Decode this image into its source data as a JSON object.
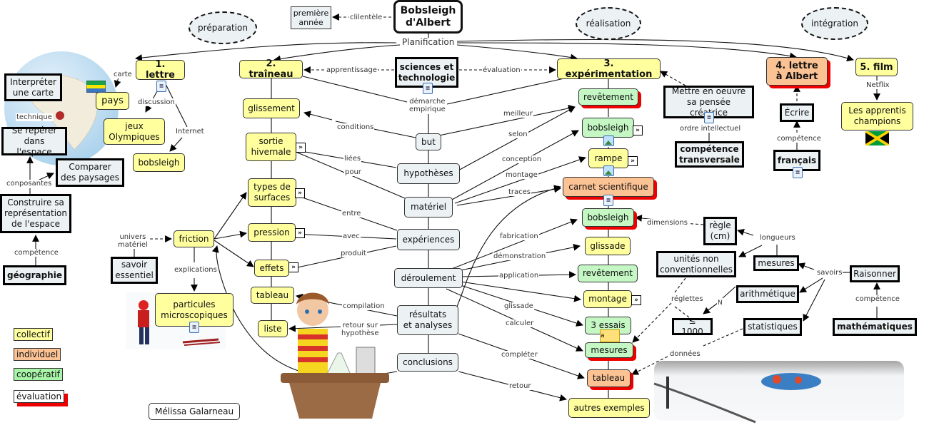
{
  "title": "Bobsleigh\nd'Albert",
  "hub_label": "Planification",
  "phases": {
    "preparation": "préparation",
    "realisation": "réalisation",
    "integration": "intégration"
  },
  "client": {
    "node": "première\nannée",
    "link": "clilentèle"
  },
  "sciences": {
    "node": "sciences et\ntechnologie",
    "learn_link": "apprentissage",
    "eval_link": "évaluation",
    "demarche_link": "démarche\nempirique"
  },
  "lettre1": {
    "node": "1. lettre",
    "pays": "pays",
    "carte_link": "carte",
    "jeux": "jeux\nOlympiques",
    "discussion_link": "discussion",
    "bobsleigh": "bobsleigh",
    "internet_link": "Internet"
  },
  "geography": {
    "interpreter": "Interpréter\nune carte",
    "reperer": "Se repérer\ndans l'espace",
    "comparer": "Comparer\ndes paysages",
    "construire": "Construire sa\nreprésentation\nde l'espace",
    "geographie": "géographie",
    "technique_link": "technique",
    "composantes_link": "conposantes",
    "competence_link": "compétence"
  },
  "traineau": {
    "node": "2. traîneau",
    "items": [
      "glissement",
      "sortie\nhivernale",
      "types de\nsurfaces",
      "pression",
      "effets",
      "tableau",
      "liste"
    ],
    "friction": "friction",
    "univers_link": "univers\nmatériel",
    "savoir": "savoir\nessentiel",
    "explications_link": "explications",
    "particules": "particules\nmicroscopiques"
  },
  "demarche": {
    "steps": [
      "but",
      "hypothèses",
      "matériel",
      "expériences",
      "déroulement",
      "résultats\net analyses",
      "conclusions"
    ],
    "links": {
      "conditions": "conditions",
      "liees": "liées",
      "pour": "pour",
      "entre": "entre",
      "avec": "avec",
      "produit": "produit",
      "compilation": "compilation",
      "retour_hyp": "retour sur\nhypothèse",
      "meilleur": "meilleur",
      "selon": "selon",
      "conception": "conception",
      "montage": "montage",
      "traces": "traces",
      "fabrication": "fabrication",
      "demonstration": "démonstration",
      "application": "application",
      "glissade": "glissade",
      "calculer": "calculer",
      "completer": "compléter",
      "retour": "retour"
    }
  },
  "experimentation": {
    "node": "3. expérimentation",
    "items": [
      "revêtement",
      "bobsleigh",
      "rampe",
      "carnet scientifique",
      "bobsleigh",
      "glissade",
      "revêtement",
      "montage",
      "3 essais",
      "mesures",
      "tableau",
      "autres exemples"
    ]
  },
  "creativite": {
    "node": "Mettre en oeuvre\nsa pensée créatrice",
    "link": "ordre intellectuel",
    "competence": "compétence\ntransversale"
  },
  "math": {
    "regle": "règle\n(cm)",
    "unites": "unités non\nconventionnelles",
    "mesures": "mesures",
    "arithmetique": "arithmétique",
    "le1000": "≤ 1000",
    "statistiques": "statistiques",
    "raisonner": "Raisonner",
    "mathematiques": "mathématiques",
    "links": {
      "dimensions": "dimensions",
      "longueurs": "longueurs",
      "savoirs": "savoirs",
      "reglettes": "réglettes",
      "n": "N",
      "competence": "compétence",
      "donnees": "données"
    }
  },
  "lettre4": {
    "node": "4. lettre\nà Albert",
    "ecrire": "Écrire",
    "competence_link": "compétence",
    "francais": "français"
  },
  "film": {
    "node": "5. film",
    "link": "Netflix",
    "title": "Les apprentis\nchampions"
  },
  "legend": [
    {
      "label": "collectif",
      "color": "#ffff9e"
    },
    {
      "label": "individuel",
      "color": "#fbc294"
    },
    {
      "label": "coopératif",
      "color": "#c4f7c4"
    },
    {
      "label": "évaluation",
      "color": "#ffffff"
    }
  ],
  "author": "Mélissa Galarneau",
  "icons": {
    "expand": "»",
    "doc": "≣",
    "note": "a"
  }
}
